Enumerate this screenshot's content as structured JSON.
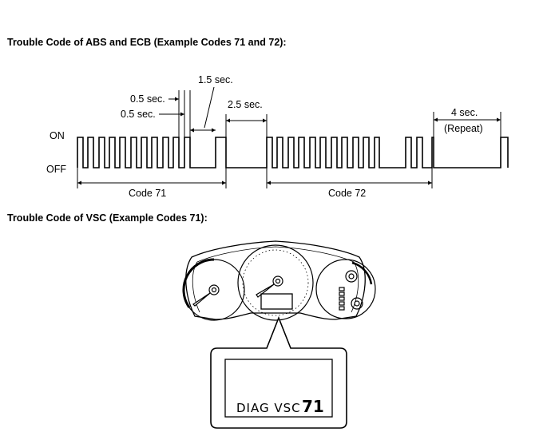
{
  "headings": {
    "abs_ecb": "Trouble Code of ABS and ECB (Example Codes 71 and 72):",
    "vsc": "Trouble Code of VSC (Example Codes 71):"
  },
  "timing_diagram": {
    "state_on": "ON",
    "state_off": "OFF",
    "labels": {
      "t_0_5_a": "0.5 sec.",
      "t_0_5_b": "0.5 sec.",
      "t_1_5": "1.5 sec.",
      "t_2_5": "2.5 sec.",
      "t_4": "4 sec.",
      "repeat": "(Repeat)",
      "code_71": "Code 71",
      "code_72": "Code 72"
    }
  },
  "cluster_display": {
    "text": "DIAG VSC",
    "code": "71"
  }
}
